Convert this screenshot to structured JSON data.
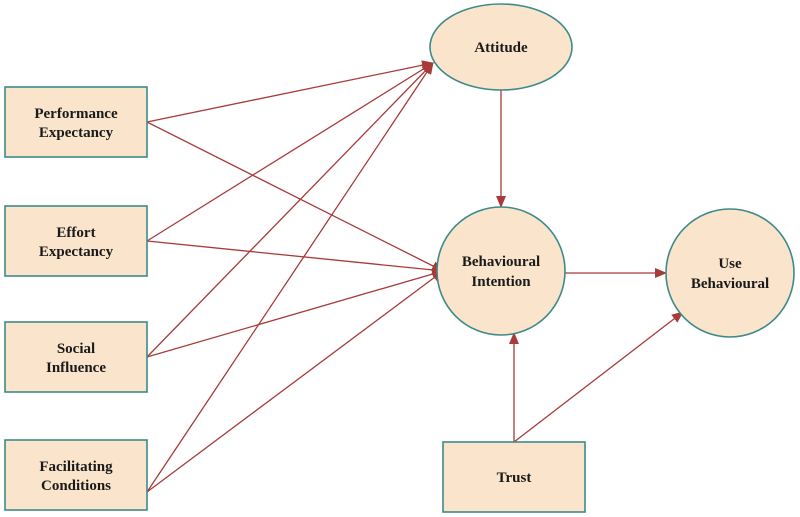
{
  "diagram": {
    "nodes": {
      "performance_expectancy": {
        "lines": [
          "Performance",
          "Expectancy"
        ]
      },
      "effort_expectancy": {
        "lines": [
          "Effort",
          "Expectancy"
        ]
      },
      "social_influence": {
        "lines": [
          "Social",
          "Influence"
        ]
      },
      "facilitating_conditions": {
        "lines": [
          "Facilitating",
          "Conditions"
        ]
      },
      "attitude": {
        "lines": [
          "Attitude"
        ]
      },
      "behavioural_intention": {
        "lines": [
          "Behavioural",
          "Intention"
        ]
      },
      "use_behavioural": {
        "lines": [
          "Use",
          "Behavioural"
        ]
      },
      "trust": {
        "lines": [
          "Trust"
        ]
      }
    },
    "edges": [
      {
        "from": "performance_expectancy",
        "to": "attitude"
      },
      {
        "from": "performance_expectancy",
        "to": "behavioural_intention"
      },
      {
        "from": "effort_expectancy",
        "to": "attitude"
      },
      {
        "from": "effort_expectancy",
        "to": "behavioural_intention"
      },
      {
        "from": "social_influence",
        "to": "attitude"
      },
      {
        "from": "social_influence",
        "to": "behavioural_intention"
      },
      {
        "from": "facilitating_conditions",
        "to": "attitude"
      },
      {
        "from": "facilitating_conditions",
        "to": "behavioural_intention"
      },
      {
        "from": "attitude",
        "to": "behavioural_intention"
      },
      {
        "from": "behavioural_intention",
        "to": "use_behavioural"
      },
      {
        "from": "trust",
        "to": "behavioural_intention"
      },
      {
        "from": "trust",
        "to": "use_behavioural"
      }
    ],
    "colors": {
      "node_fill": "#fae5cc",
      "node_border": "#3e8a8a",
      "arrow": "#a83a3a"
    }
  }
}
